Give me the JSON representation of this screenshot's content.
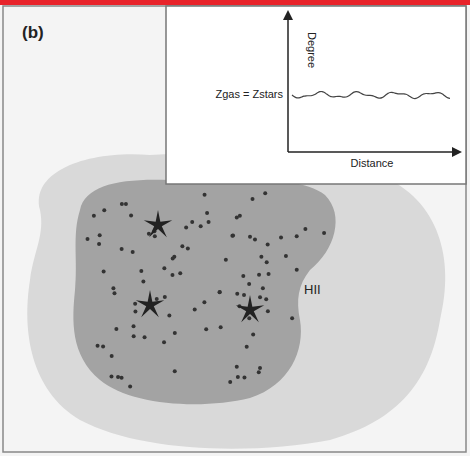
{
  "diagram": {
    "labels": [
      "(b)",
      "Zgas = Zstars",
      "Degree",
      "Distance",
      "HII"
    ]
  }
}
